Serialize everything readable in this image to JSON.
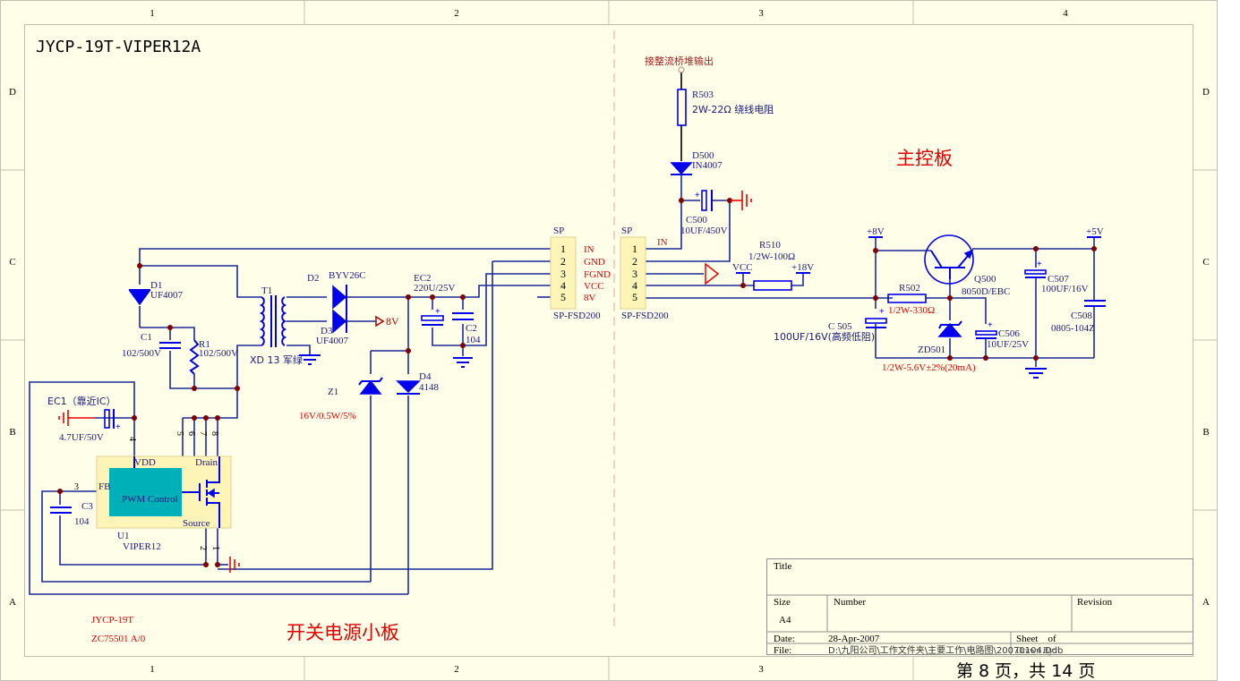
{
  "sheet": {
    "title": "JYCP-19T-VIPER12A",
    "columns": [
      "1",
      "2",
      "3",
      "4"
    ],
    "rows": [
      "D",
      "C",
      "B",
      "A"
    ],
    "colors": {
      "background": "#fffee8",
      "wire": "#1a2a9a",
      "component": "#0000ee",
      "net_label": "#e00000",
      "junction": "#800000"
    }
  },
  "left_board": {
    "label": "开关电源小板",
    "part_name": "JYCP-19T",
    "part_code": "ZC75501 A/0",
    "components": {
      "D1": {
        "ref": "D1",
        "value": "UF4007"
      },
      "C1": {
        "ref": "C1",
        "value": "102/500V"
      },
      "R1": {
        "ref": "R1",
        "value": "102/500V"
      },
      "T1": {
        "ref": "T1",
        "value": "XD 13 军绿"
      },
      "D2": {
        "ref": "D2",
        "value": "BYV26C"
      },
      "D3": {
        "ref": "D3",
        "value": "UF4007"
      },
      "EC2": {
        "ref": "EC2",
        "value": "220U/25V"
      },
      "C2": {
        "ref": "C2",
        "value": "104"
      },
      "Z1": {
        "ref": "Z1",
        "value": "16V/0.5W/5%"
      },
      "D4": {
        "ref": "D4",
        "value": "4148"
      },
      "EC1": {
        "ref": "EC1（靠近IC）",
        "value": "4.7UF/50V"
      },
      "C3": {
        "ref": "C3",
        "value": "104"
      },
      "U1": {
        "ref": "U1",
        "value": "VIPER12",
        "inner": "PWM Control",
        "vdd": "VDD",
        "drain": "Drain",
        "fb": "FB",
        "source": "Source",
        "pins": {
          "vdd": "4",
          "fb": "3",
          "p5": "5",
          "p6": "6",
          "p7": "7",
          "p8": "8",
          "p2": "2",
          "p1": "1"
        }
      }
    },
    "net_8v": "8V",
    "connector": {
      "header": "SP",
      "part": "SP-FSD200",
      "pins": [
        "1",
        "2",
        "3",
        "4",
        "5"
      ],
      "signals": [
        "IN",
        "GND",
        "FGND",
        "VCC",
        "8V"
      ]
    }
  },
  "right_board": {
    "label": "主控板",
    "input_label": "接整流桥堆输出",
    "connector": {
      "header": "SP",
      "part": "SP-FSD200",
      "pins": [
        "1",
        "2",
        "3",
        "4",
        "5"
      ],
      "in_label": "IN"
    },
    "components": {
      "R503": {
        "ref": "R503",
        "value": "2W-22Ω 绕线电阻"
      },
      "D500": {
        "ref": "D500",
        "value": "IN4007"
      },
      "C500": {
        "ref": "C500",
        "value": "10UF/450V"
      },
      "R510": {
        "ref": "R510",
        "value": "1/2W-100Ω"
      },
      "R502": {
        "ref": "R502",
        "value": "1/2W-330Ω"
      },
      "C505": {
        "ref": "C 505",
        "value": "100UF/16V(高频低阻)"
      },
      "ZD501": {
        "ref": "ZD501",
        "value": "1/2W-5.6V±2%(20mA)"
      },
      "Q500": {
        "ref": "Q500",
        "value": "8050D/EBC"
      },
      "C506": {
        "ref": "C506",
        "value": "10UF/25V"
      },
      "C507": {
        "ref": "C507",
        "value": "100UF/16V"
      },
      "C508": {
        "ref": "C508",
        "value": "0805-104Z"
      }
    },
    "nets": {
      "vcc": "VCC",
      "p18": "+18V",
      "p8": "+8V",
      "p5": "+5V"
    }
  },
  "title_block": {
    "title_label": "Title",
    "size_label": "Size",
    "size_value": "A4",
    "number_label": "Number",
    "revision_label": "Revision",
    "date_label": "Date:",
    "date_value": "28-Apr-2007",
    "sheet_label": "Sheet    of",
    "file_label": "File:",
    "file_value": "D:\\九阳公司\\工作文件夹\\主要工作\\电路图\\20070104.Ddb",
    "drawn_by": "Drawn By:"
  },
  "page_footer": "第 8 页，共 14 页"
}
